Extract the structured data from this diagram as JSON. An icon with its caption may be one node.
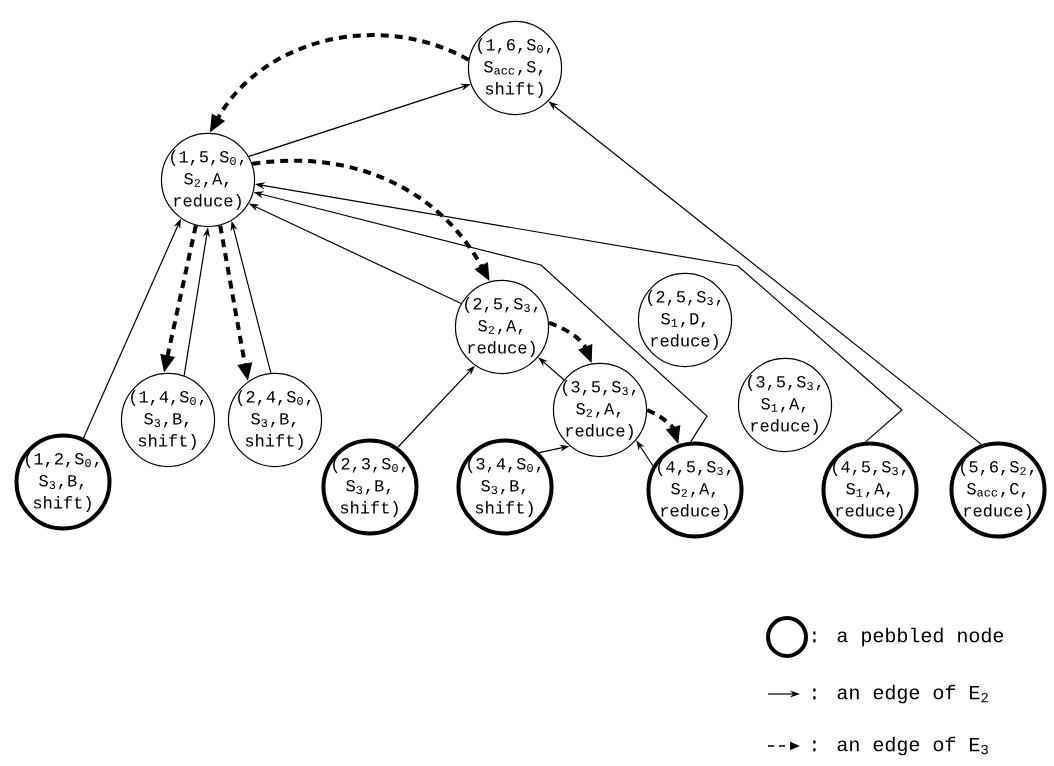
{
  "diagram": {
    "nodes": [
      {
        "text": [
          "(1,6,S$_{0}$, S$_{acc}$,S, shift)"
        ]
      },
      {
        "text": [
          "(1,5,S$_{0}$, S$_{2}$,A, reduce)"
        ]
      },
      {
        "text": [
          "(2,5,S$_{3}$, S$_{2}$,A, reduce)"
        ]
      },
      {
        "text": [
          "(2,5,S$_{3}$, S$_{1}$,D, reduce)"
        ]
      },
      {
        "text": [
          "(1,4,S$_{0}$, S$_{3}$,B, shift)"
        ]
      },
      {
        "text": [
          "(2,4,S$_{0}$, S$_{3}$,B, shift)"
        ]
      },
      {
        "text": [
          "(3,5,S$_{3}$, S$_{2}$,A, reduce)"
        ]
      },
      {
        "text": [
          "(3,5,S$_{3}$, S$_{1}$,A, reduce)"
        ]
      },
      {
        "text": [
          "(1,2,S$_{0}$, S$_{3}$,B, shift)"
        ]
      },
      {
        "text": [
          "(2,3,S$_{0}$, S$_{3}$,B, shift)"
        ]
      },
      {
        "text": [
          "(3,4,S$_{0}$, S$_{3}$,B, shift)"
        ]
      },
      {
        "text": [
          "(4,5,S$_{3}$, S$_{2}$,A, reduce)"
        ]
      },
      {
        "text": [
          "(4,5,S$_{3}$, S$_{1}$,A, reduce)"
        ]
      },
      {
        "text": [
          "(5,6,S$_{2}$, S$_{acc}$,C, reduce)"
        ]
      }
    ],
    "edges": [
      {
        "from": 1,
        "to": 0,
        "arrow": "to"
      },
      {
        "from": 0,
        "to": 1,
        "arrow": "to",
        "style": "dashed"
      },
      {
        "from": 2,
        "to": 1,
        "arrow": "to"
      },
      {
        "from": 11,
        "to": 1,
        "arrow": "to"
      },
      {
        "from": 12,
        "to": 1,
        "arrow": "to"
      },
      {
        "from": 13,
        "to": 0,
        "arrow": "to"
      },
      {
        "from": 8,
        "to": 1,
        "arrow": "to"
      },
      {
        "from": 4,
        "to": 1,
        "arrow": "to"
      },
      {
        "from": 5,
        "to": 1,
        "arrow": "to"
      },
      {
        "from": 1,
        "to": 4,
        "arrow": "to",
        "style": "dashed"
      },
      {
        "from": 1,
        "to": 5,
        "arrow": "to",
        "style": "dashed"
      },
      {
        "from": 1,
        "to": 2,
        "arrow": "to",
        "style": "dashed"
      },
      {
        "from": 9,
        "to": 2,
        "arrow": "to"
      },
      {
        "from": 6,
        "to": 2,
        "arrow": "to"
      },
      {
        "from": 2,
        "to": 6,
        "arrow": "to",
        "style": "dashed"
      },
      {
        "from": 10,
        "to": 6,
        "arrow": "to"
      },
      {
        "from": 11,
        "to": 6,
        "arrow": "to"
      },
      {
        "from": 6,
        "to": 11,
        "arrow": "to",
        "style": "dashed"
      }
    ],
    "legend": [
      {
        "text": ": a pebbled node"
      },
      {
        "text": ": an edge of E$_{2}$"
      },
      {
        "text": ": an edge of E$_{3}$"
      }
    ]
  }
}
